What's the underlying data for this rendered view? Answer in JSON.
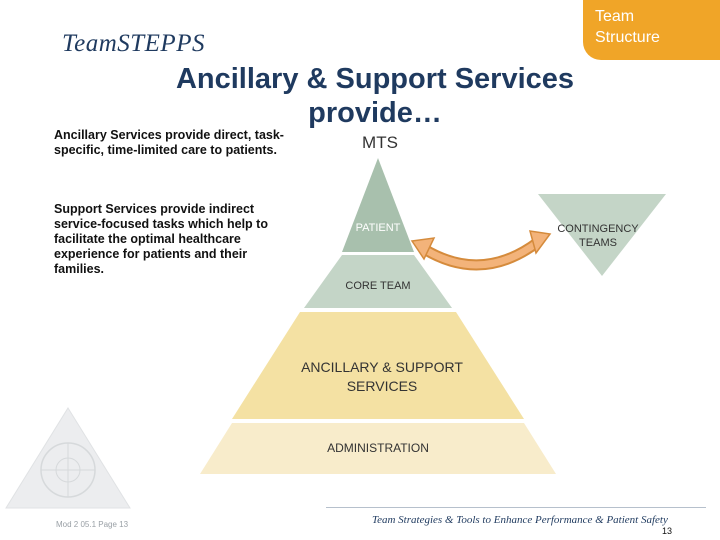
{
  "header": {
    "logo_text": "TeamSTEPPS",
    "section_tag": [
      "Team",
      "Structure"
    ]
  },
  "slide": {
    "title_line1": "Ancillary  & Support Services",
    "title_line2": "provide…",
    "paragraph1": "Ancillary Services provide direct, task-specific, time-limited care to patients.",
    "paragraph2": "Support Services provide indirect service-focused tasks which help to facilitate the optimal healthcare experience for patients and their families."
  },
  "diagram": {
    "label": "MTS",
    "tiers": [
      "PATIENT",
      "CORE TEAM",
      "ANCILLARY & SUPPORT",
      "SERVICES",
      "ADMINISTRATION"
    ],
    "side": [
      "CONTINGENCY",
      "TEAMS"
    ],
    "colors": {
      "green": "#a8c0ad",
      "green_light": "#c4d5c7",
      "yellow": "#f4e1a3",
      "yellow_light": "#f8eccb",
      "arrow": "#f3b37a"
    }
  },
  "footer": {
    "module": "Mod 2 05.1  Page 13",
    "tagline": "Team Strategies & Tools to Enhance Performance & Patient Safety",
    "page": "13"
  }
}
